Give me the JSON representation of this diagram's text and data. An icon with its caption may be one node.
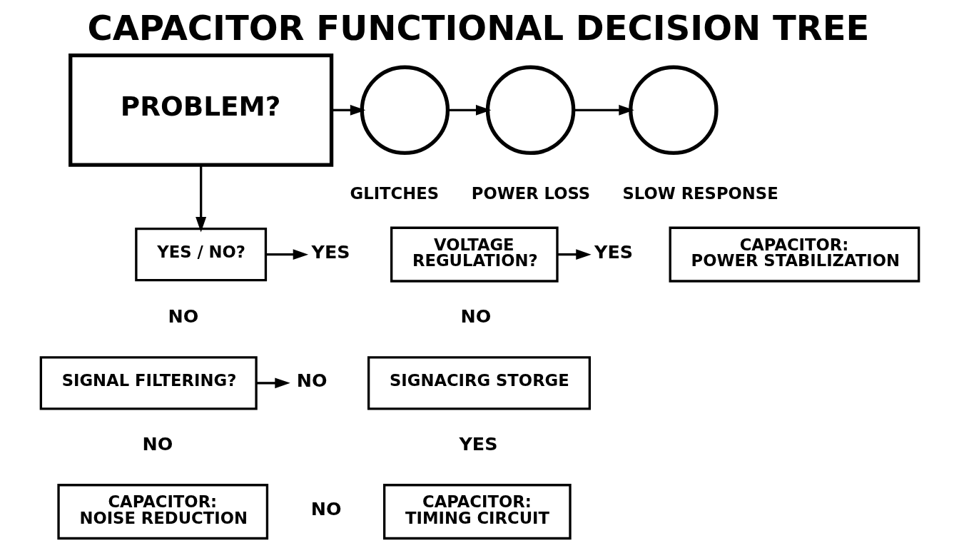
{
  "diagram": {
    "title": "CAPACITOR FUNCTIONAL DECISION TREE",
    "nodes": [
      {
        "text": [
          "PROBLEM?"
        ]
      },
      {
        "text": [],
        "shape": "circle",
        "beside": [
          "GLITCHES"
        ]
      },
      {
        "text": [],
        "shape": "circle",
        "beside": [
          "POWER LOSS"
        ]
      },
      {
        "text": [],
        "shape": "circle",
        "beside": [
          "SLOW RESPONSE"
        ]
      },
      {
        "text": [
          "YES / NO?"
        ]
      },
      {
        "text": [
          "YES"
        ]
      },
      {
        "text": [
          "VOLTAGE REGULATION?"
        ]
      },
      {
        "text": [
          "YES"
        ]
      },
      {
        "text": [
          "CAPACITOR:",
          "POWER STABILIZATION"
        ]
      },
      {
        "text": [
          "SIGNAL FILTERING?"
        ]
      },
      {
        "text": [
          "NO"
        ]
      },
      {
        "text": [
          "SIGNACIRG STORGE"
        ]
      },
      {
        "text": [
          "CAPACITOR:",
          "NOISE REDUCTION"
        ]
      },
      {
        "text": [
          "CAPACITOR:",
          "TIMING CIRCUIT"
        ]
      }
    ],
    "edges": [
      {
        "from": 0,
        "to": 1,
        "arrow": "to"
      },
      {
        "from": 1,
        "to": 2,
        "arrow": "to"
      },
      {
        "from": 2,
        "to": 3,
        "arrow": "to"
      },
      {
        "from": 0,
        "to": 4,
        "arrow": "to"
      },
      {
        "from": 4,
        "to": 5,
        "arrow": "to"
      },
      {
        "from": 6,
        "to": 7,
        "arrow": "to"
      },
      {
        "from": 9,
        "to": 10,
        "arrow": "to"
      }
    ],
    "labels": [
      "NO",
      "NO",
      "NO",
      "YES",
      "NO"
    ]
  }
}
